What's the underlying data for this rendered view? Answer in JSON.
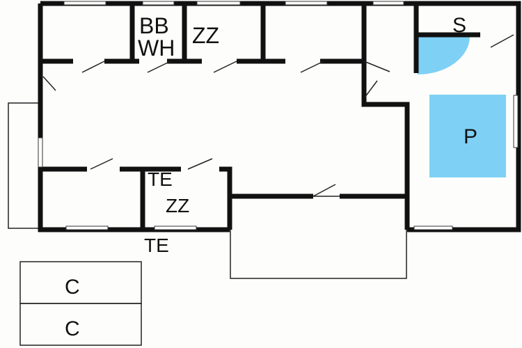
{
  "labels": {
    "bb": "BB",
    "zz_top": "ZZ",
    "wh": "WH",
    "s": "S",
    "p": "P",
    "te_inner": "TE",
    "zz_bottom": "ZZ",
    "te_outer": "TE",
    "c1": "C",
    "c2": "C"
  },
  "colors": {
    "wall": "#111111",
    "accent": "#7fd0f5",
    "background": "#fdfdfb"
  }
}
